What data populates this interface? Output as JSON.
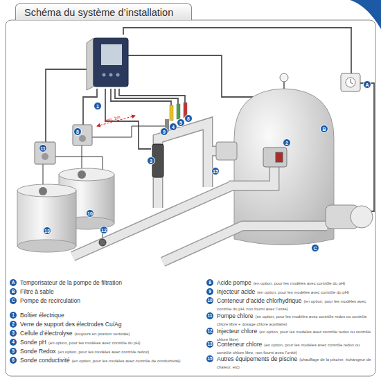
{
  "diagram": {
    "title": "Schéma du système d’installation",
    "labels": [
      "min. 1m",
      "A",
      "B",
      "C",
      "1",
      "2",
      "3",
      "4",
      "5",
      "6",
      "8",
      "9",
      "10",
      "11",
      "12",
      "13",
      "15",
      "A",
      "B",
      "C",
      "1",
      "2",
      "3",
      "4",
      "5",
      "6",
      "8",
      "9",
      "10",
      "11",
      "12",
      "13",
      "15",
      "(toujours en position verticale)",
      "(en option, pour les modèles avec contrôle du pH)",
      "(en option, pour les modèles avec contrôle redox)",
      "(en option, pour les modèles avec contrôle de conductivité)",
      "(en option, pour les modèles avec contrôle du pH)",
      "(en option, pour les modèles avec contrôle du pH)",
      "(en option, pour les modèles avec contrôle du pH, non fourni avec l’unité)",
      "(en option, pour les modèles avec contrôle redox ou contrôle chlore libre + dosage chlore auxiliaire)",
      "(en option, pour les modèles avec contrôle redox ou contrôle chlore libre)",
      "(en option, pour les modèles avec contrôle redox ou contrôle chlore libre, non fourni avec l’unité)",
      "(chauffage de la piscine, échangeur de chaleur, etc)"
    ],
    "legend": [
      {
        "text": "Temporisateur de la pompe de filtration"
      },
      {
        "text": "Filtre à sable"
      },
      {
        "text": "Pompe de recirculation"
      },
      {
        "text": "Boîtier électrique"
      },
      {
        "text": "Verre de support des électrodes Cu/Ag"
      },
      {
        "text": "Cellule d’électrolyse"
      },
      {
        "text": "Sonde pH"
      },
      {
        "text": "Sonde Redox"
      },
      {
        "text": "Sonde conductivité"
      },
      {
        "text": "Acide pompe"
      },
      {
        "text": "Injecteur acide"
      },
      {
        "text": "Conteneur d’acide chlorhydrique"
      },
      {
        "text": "Pompe chlore"
      },
      {
        "text": "Injecteur chlore"
      },
      {
        "text": "Conteneur chlore"
      },
      {
        "text": "Autres équipements de piscine"
      }
    ]
  }
}
